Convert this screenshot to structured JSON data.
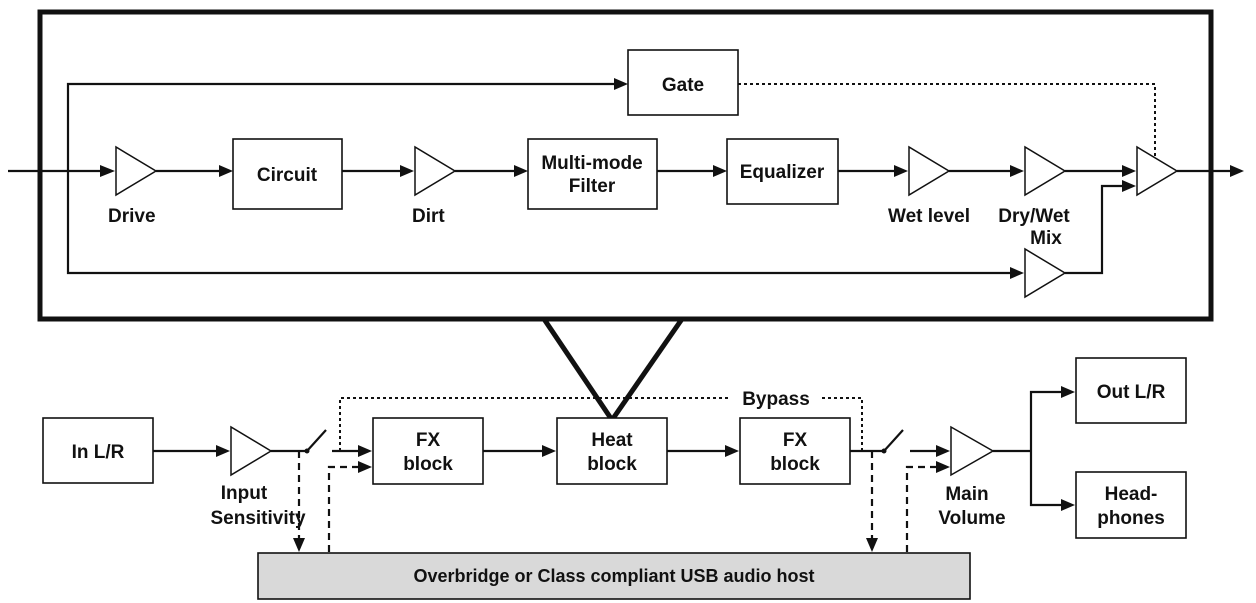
{
  "heat_detail": {
    "gate": "Gate",
    "circuit": "Circuit",
    "filter_line1": "Multi-mode",
    "filter_line2": "Filter",
    "equalizer": "Equalizer",
    "drive": "Drive",
    "dirt": "Dirt",
    "wet_level": "Wet level",
    "dry_wet_line1": "Dry/Wet",
    "dry_wet_line2": "Mix"
  },
  "signal_chain": {
    "input": "In L/R",
    "input_sensitivity_line1": "Input",
    "input_sensitivity_line2": "Sensitivity",
    "fx_block_1_line1": "FX",
    "fx_block_1_line2": "block",
    "heat_block_line1": "Heat",
    "heat_block_line2": "block",
    "fx_block_2_line1": "FX",
    "fx_block_2_line2": "block",
    "bypass": "Bypass",
    "main_volume_line1": "Main",
    "main_volume_line2": "Volume",
    "out": "Out L/R",
    "headphones_line1": "Head-",
    "headphones_line2": "phones",
    "usb_host": "Overbridge or Class compliant USB audio host"
  }
}
